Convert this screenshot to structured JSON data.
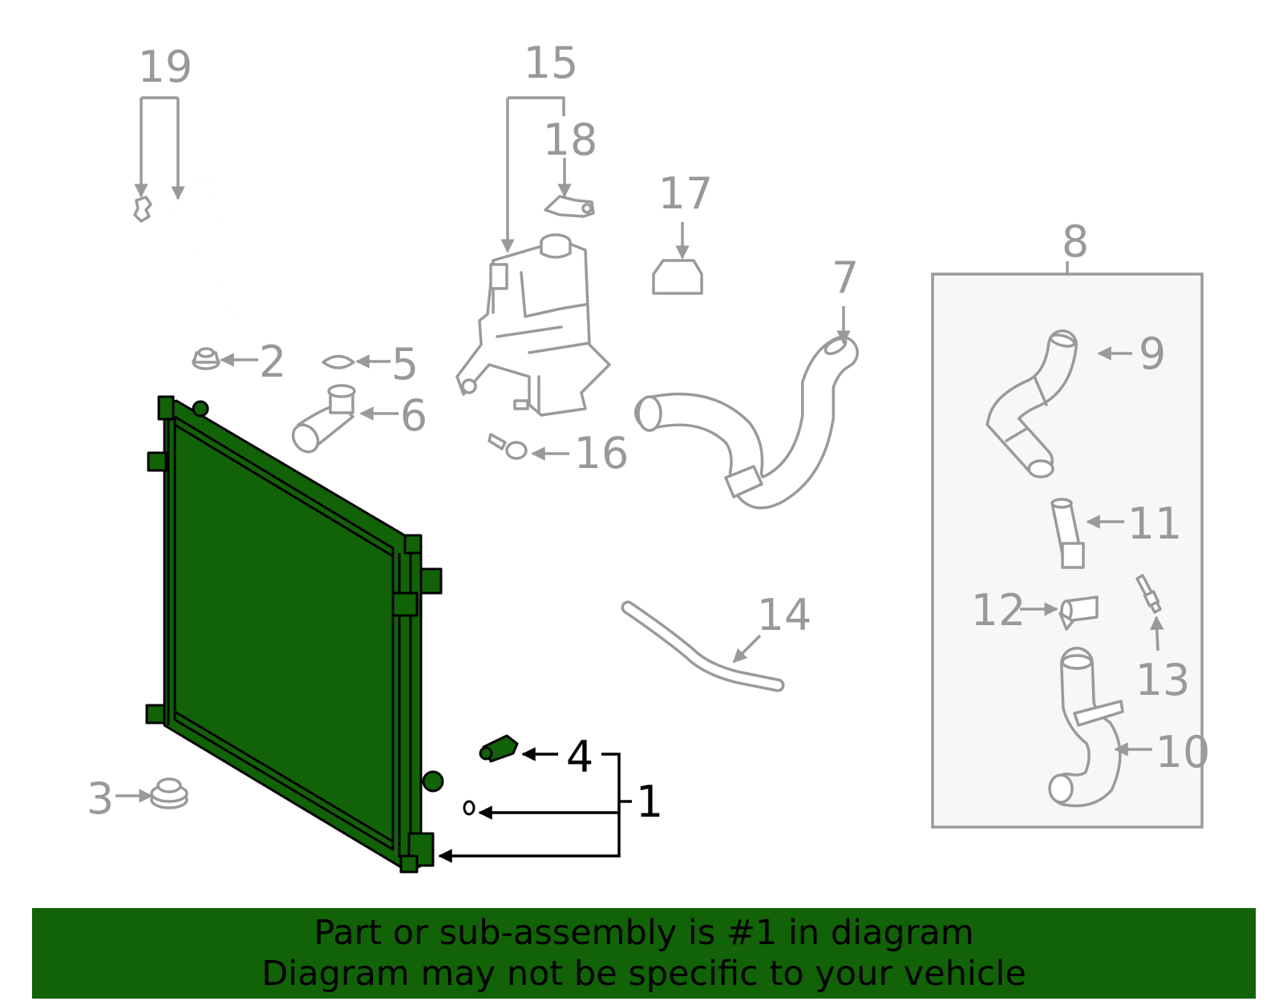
{
  "callouts": {
    "c1": "1",
    "c2": "2",
    "c3": "3",
    "c4": "4",
    "c5": "5",
    "c6": "6",
    "c7": "7",
    "c8": "8",
    "c9": "9",
    "c10": "10",
    "c11": "11",
    "c12": "12",
    "c13": "13",
    "c14": "14",
    "c15": "15",
    "c16": "16",
    "c17": "17",
    "c18": "18",
    "c19": "19"
  },
  "banner": {
    "line1": "Part or sub-assembly is #1 in diagram",
    "line2": "Diagram may not be specific to your vehicle"
  },
  "colors": {
    "highlight": "#126208",
    "part_line": "#9a9a9a",
    "box_fill": "#f7f7f7"
  }
}
